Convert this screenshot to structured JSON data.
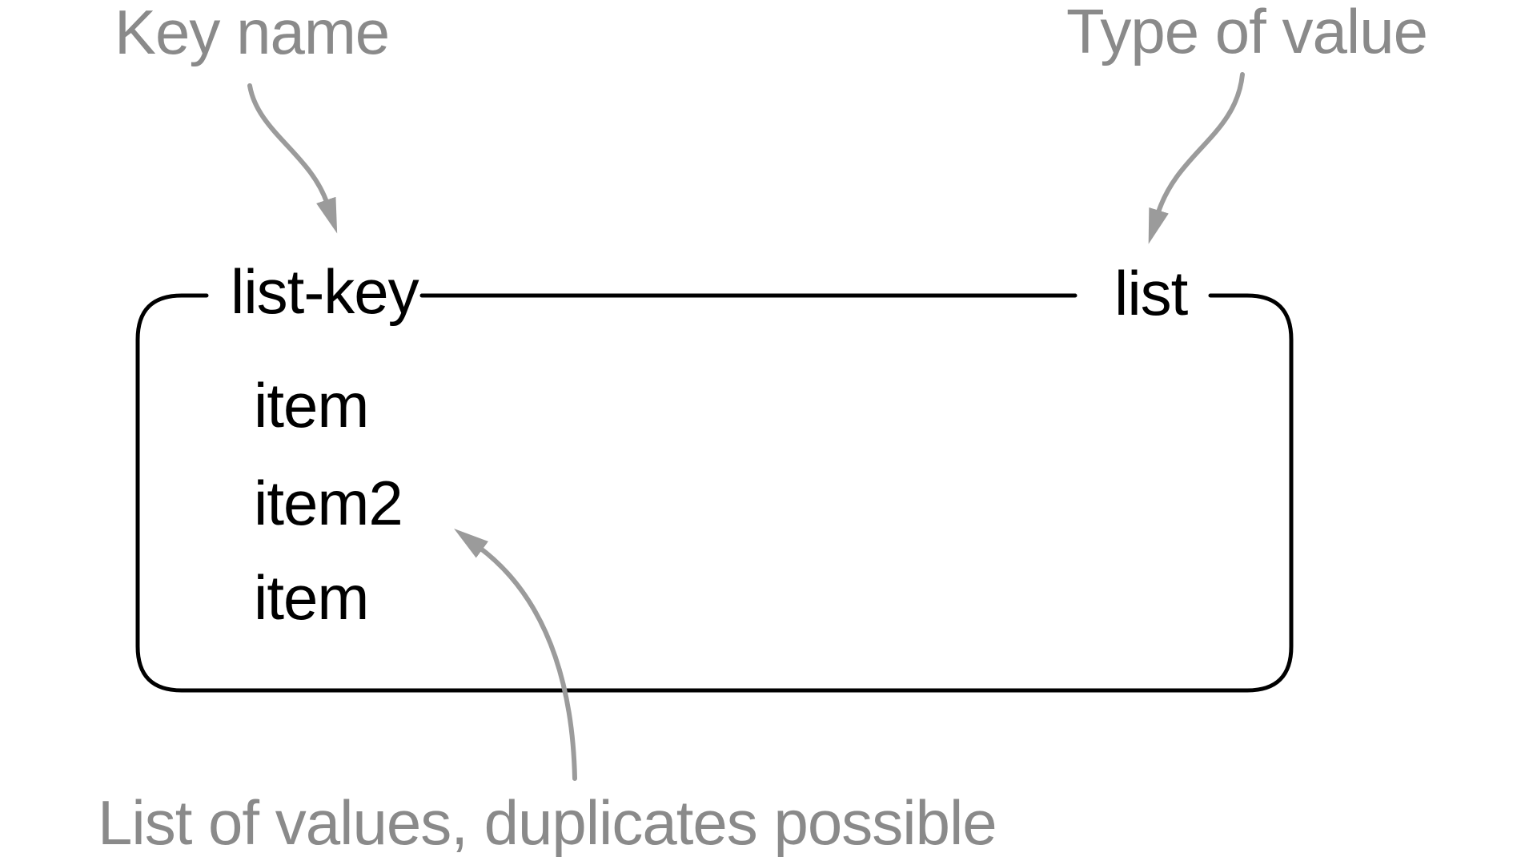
{
  "diagram": {
    "background": "#ffffff",
    "colors": {
      "label": "#8a8a8a",
      "arrow": "#9b9b9b",
      "ink": "#000000"
    },
    "annotations": {
      "key_name": "Key name",
      "type_of_value": "Type of value",
      "duplicates_note": "List of values, duplicates possible"
    },
    "record": {
      "key_name": "list-key",
      "value_type": "list",
      "items": [
        "item",
        "item2",
        "item"
      ]
    }
  }
}
